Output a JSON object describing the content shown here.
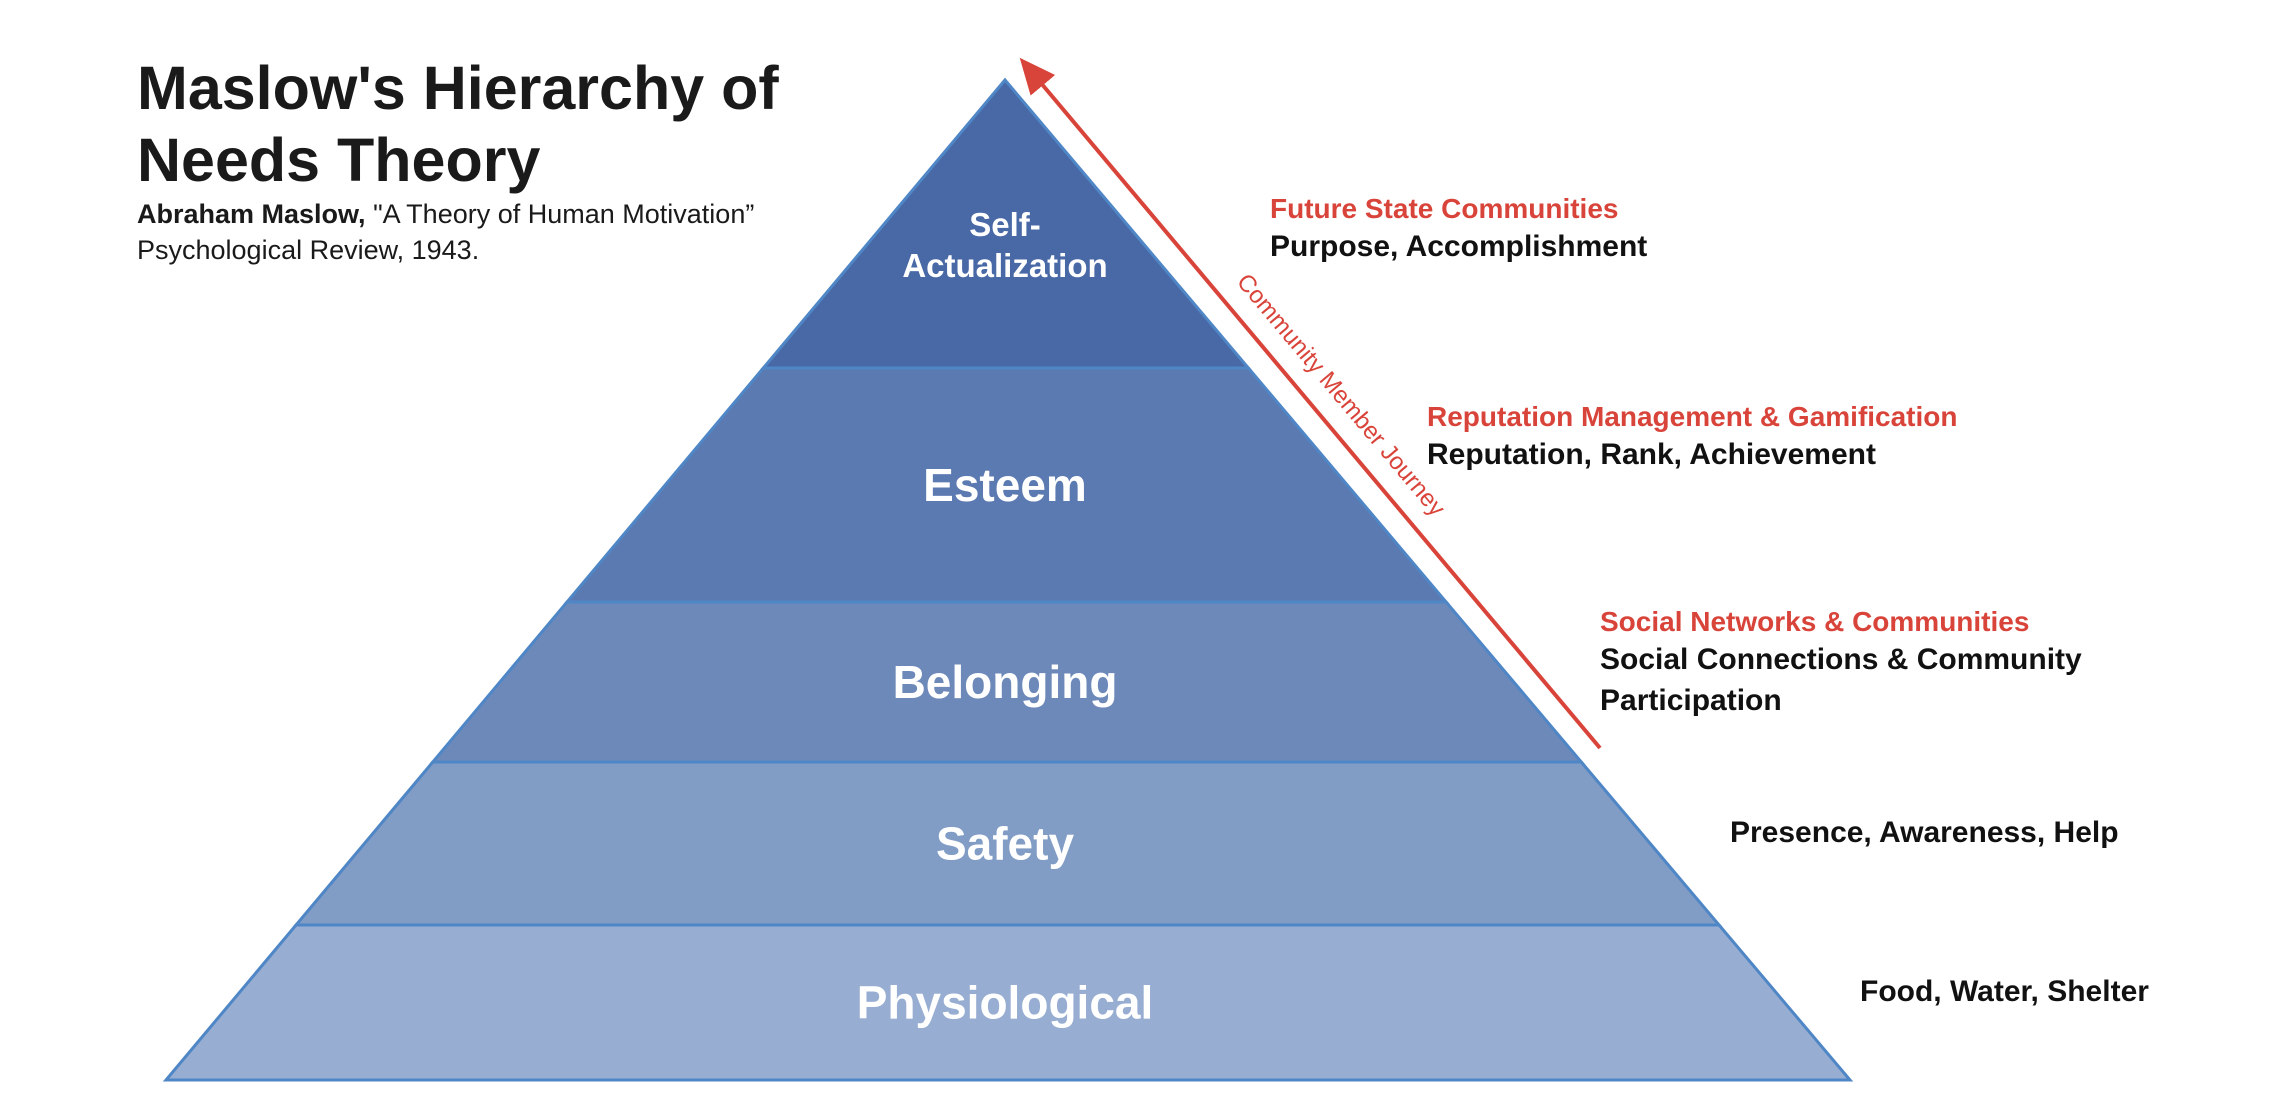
{
  "header": {
    "title_line1": "Maslow's Hierarchy of",
    "title_line2": "Needs Theory",
    "citation_author": "Abraham Maslow,",
    "citation_work": " \"A Theory of Human Motivation”",
    "citation_source": "Psychological Review, 1943."
  },
  "pyramid": {
    "levels": [
      {
        "label_lines": [
          "Self-",
          "Actualization"
        ],
        "fill": "#4868A6"
      },
      {
        "label_lines": [
          "Esteem"
        ],
        "fill": "#5B7AB1"
      },
      {
        "label_lines": [
          "Belonging"
        ],
        "fill": "#6D89BA"
      },
      {
        "label_lines": [
          "Safety"
        ],
        "fill": "#819CC5"
      },
      {
        "label_lines": [
          "Physiological"
        ],
        "fill": "#97ADD1"
      }
    ],
    "edge_color": "#4F86C6",
    "label_color": "#FFFFFF"
  },
  "journey": {
    "label": "Community Member Journey",
    "color": "#D9443A"
  },
  "annotations": [
    {
      "heading": "Future State Communities",
      "lines": [
        "Purpose, Accomplishment"
      ]
    },
    {
      "heading": "Reputation Management & Gamification",
      "lines": [
        "Reputation, Rank, Achievement"
      ]
    },
    {
      "heading": "Social Networks & Communities",
      "lines": [
        "Social Connections & Community",
        "Participation"
      ]
    },
    {
      "heading": "",
      "lines": [
        "Presence, Awareness, Help"
      ]
    },
    {
      "heading": "",
      "lines": [
        "Food, Water, Shelter"
      ]
    }
  ],
  "colors": {
    "heading_red": "#D9443A",
    "body_text": "#111111"
  }
}
